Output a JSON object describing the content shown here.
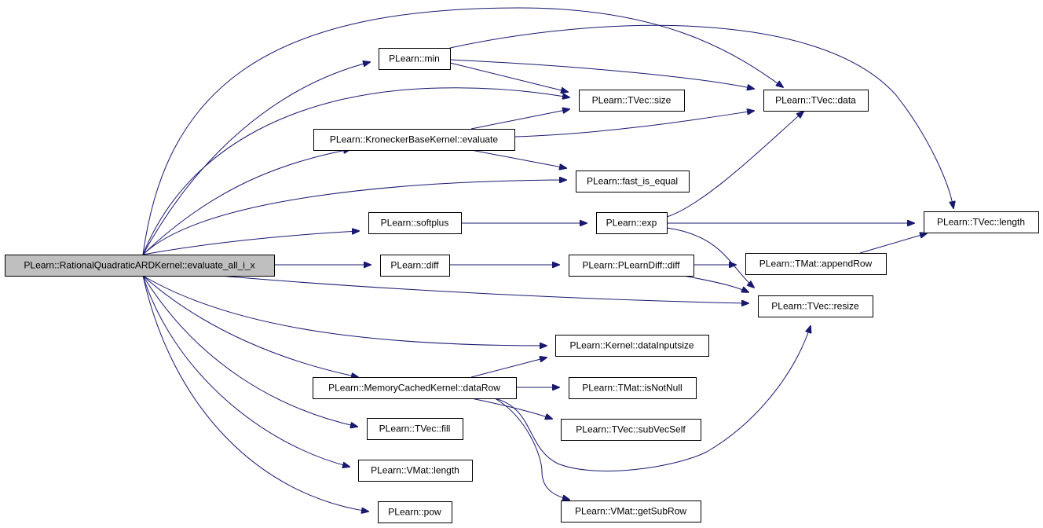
{
  "graph": {
    "root": "rqk",
    "nodes": [
      {
        "id": "rqk",
        "label": "PLearn::RationalQuadraticARDKernel::evaluate_all_i_x",
        "root": true
      },
      {
        "id": "min",
        "label": "PLearn::min"
      },
      {
        "id": "kron",
        "label": "PLearn::KroneckerBaseKernel::evaluate"
      },
      {
        "id": "softplus",
        "label": "PLearn::softplus"
      },
      {
        "id": "diff",
        "label": "PLearn::diff"
      },
      {
        "id": "mcdr",
        "label": "PLearn::MemoryCachedKernel::dataRow"
      },
      {
        "id": "fill",
        "label": "PLearn::TVec::fill"
      },
      {
        "id": "vmlen",
        "label": "PLearn::VMat::length"
      },
      {
        "id": "pow",
        "label": "PLearn::pow"
      },
      {
        "id": "size",
        "label": "PLearn::TVec::size"
      },
      {
        "id": "fie",
        "label": "PLearn::fast_is_equal"
      },
      {
        "id": "exp",
        "label": "PLearn::exp"
      },
      {
        "id": "pldiff",
        "label": "PLearn::PLearnDiff::diff"
      },
      {
        "id": "dis",
        "label": "PLearn::Kernel::dataInputsize"
      },
      {
        "id": "notnull",
        "label": "PLearn::TMat::isNotNull"
      },
      {
        "id": "subvec",
        "label": "PLearn::TVec::subVecSelf"
      },
      {
        "id": "getsub",
        "label": "PLearn::VMat::getSubRow"
      },
      {
        "id": "data",
        "label": "PLearn::TVec::data"
      },
      {
        "id": "append",
        "label": "PLearn::TMat::appendRow"
      },
      {
        "id": "resize",
        "label": "PLearn::TVec::resize"
      },
      {
        "id": "length",
        "label": "PLearn::TVec::length"
      }
    ],
    "edges": [
      {
        "from": "rqk",
        "to": "min"
      },
      {
        "from": "rqk",
        "to": "data"
      },
      {
        "from": "rqk",
        "to": "size"
      },
      {
        "from": "rqk",
        "to": "kron"
      },
      {
        "from": "rqk",
        "to": "fie"
      },
      {
        "from": "rqk",
        "to": "softplus"
      },
      {
        "from": "rqk",
        "to": "diff"
      },
      {
        "from": "rqk",
        "to": "resize"
      },
      {
        "from": "rqk",
        "to": "dis"
      },
      {
        "from": "rqk",
        "to": "mcdr"
      },
      {
        "from": "rqk",
        "to": "fill"
      },
      {
        "from": "rqk",
        "to": "vmlen"
      },
      {
        "from": "rqk",
        "to": "pow"
      },
      {
        "from": "min",
        "to": "length"
      },
      {
        "from": "min",
        "to": "data"
      },
      {
        "from": "min",
        "to": "size"
      },
      {
        "from": "kron",
        "to": "size"
      },
      {
        "from": "kron",
        "to": "data"
      },
      {
        "from": "kron",
        "to": "fie"
      },
      {
        "from": "softplus",
        "to": "exp"
      },
      {
        "from": "exp",
        "to": "data"
      },
      {
        "from": "exp",
        "to": "length"
      },
      {
        "from": "exp",
        "to": "resize"
      },
      {
        "from": "diff",
        "to": "pldiff"
      },
      {
        "from": "pldiff",
        "to": "append"
      },
      {
        "from": "pldiff",
        "to": "resize"
      },
      {
        "from": "append",
        "to": "length"
      },
      {
        "from": "mcdr",
        "to": "dis"
      },
      {
        "from": "mcdr",
        "to": "notnull"
      },
      {
        "from": "mcdr",
        "to": "subvec"
      },
      {
        "from": "mcdr",
        "to": "resize"
      },
      {
        "from": "mcdr",
        "to": "getsub"
      }
    ]
  }
}
